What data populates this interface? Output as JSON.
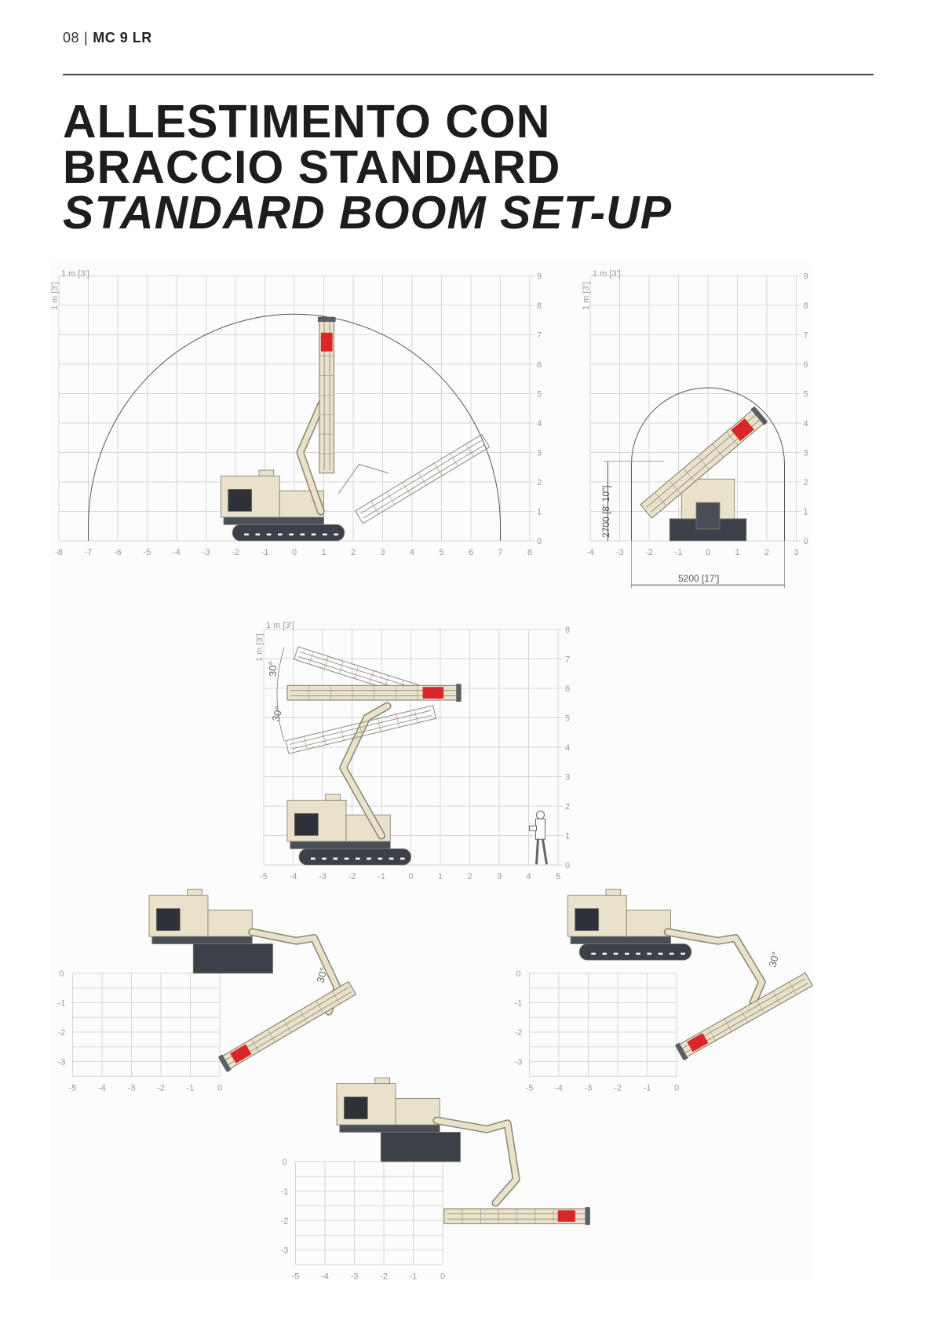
{
  "header": {
    "page_number": "08",
    "separator": "|",
    "product": "MC 9 LR"
  },
  "title": {
    "line1": "ALLESTIMENTO CON",
    "line2": "BRACCIO STANDARD",
    "line3": "STANDARD BOOM SET-UP"
  },
  "diagrams": {
    "side_reach": {
      "scale_label_h": "1 m [3']",
      "scale_label_v": "1 m [3']",
      "x_ticks": [
        "-8",
        "-7",
        "-6",
        "-5",
        "-4",
        "-3",
        "-2",
        "-1",
        "0",
        "1",
        "2",
        "3",
        "4",
        "5",
        "6",
        "7",
        "8"
      ],
      "y_ticks": [
        "0",
        "1",
        "2",
        "3",
        "4",
        "5",
        "6",
        "7",
        "8",
        "9"
      ]
    },
    "front_tunnel": {
      "scale_label_h": "1 m [3']",
      "scale_label_v": "1 m [3']",
      "x_ticks": [
        "-4",
        "-3",
        "-2",
        "-1",
        "0",
        "1",
        "2",
        "3"
      ],
      "y_ticks": [
        "0",
        "1",
        "2",
        "3",
        "4",
        "5",
        "6",
        "7",
        "8",
        "9"
      ],
      "dim_height": "2700 [8' 10\"]",
      "dim_width": "5200 [17']"
    },
    "side_tilt": {
      "scale_label_h": "1 m [3']",
      "scale_label_v": "1 m [3']",
      "x_ticks": [
        "-5",
        "-4",
        "-3",
        "-2",
        "-1",
        "0",
        "1",
        "2",
        "3",
        "4",
        "5"
      ],
      "y_ticks": [
        "0",
        "1",
        "2",
        "3",
        "4",
        "5",
        "6",
        "7",
        "8"
      ],
      "angle_up": "30°",
      "angle_down": "30°"
    },
    "below_stabilizers": {
      "x_ticks": [
        "-5",
        "-4",
        "-3",
        "-2",
        "-1",
        "0"
      ],
      "y_ticks": [
        "0",
        "-1",
        "-2",
        "-3"
      ],
      "angle": "30°"
    },
    "below_tracks": {
      "x_ticks": [
        "-5",
        "-4",
        "-3",
        "-2",
        "-1",
        "0"
      ],
      "y_ticks": [
        "0",
        "-1",
        "-2",
        "-3"
      ],
      "angle": "30°"
    },
    "below_horizontal": {
      "x_ticks": [
        "-5",
        "-4",
        "-3",
        "-2",
        "-1",
        "0"
      ],
      "y_ticks": [
        "0",
        "-1",
        "-2",
        "-3"
      ]
    }
  },
  "colors": {
    "machine_body": "#e9e1c9",
    "machine_dark": "#3b4049",
    "hammer_red": "#d9262b",
    "grid": "#d6d6d6"
  }
}
